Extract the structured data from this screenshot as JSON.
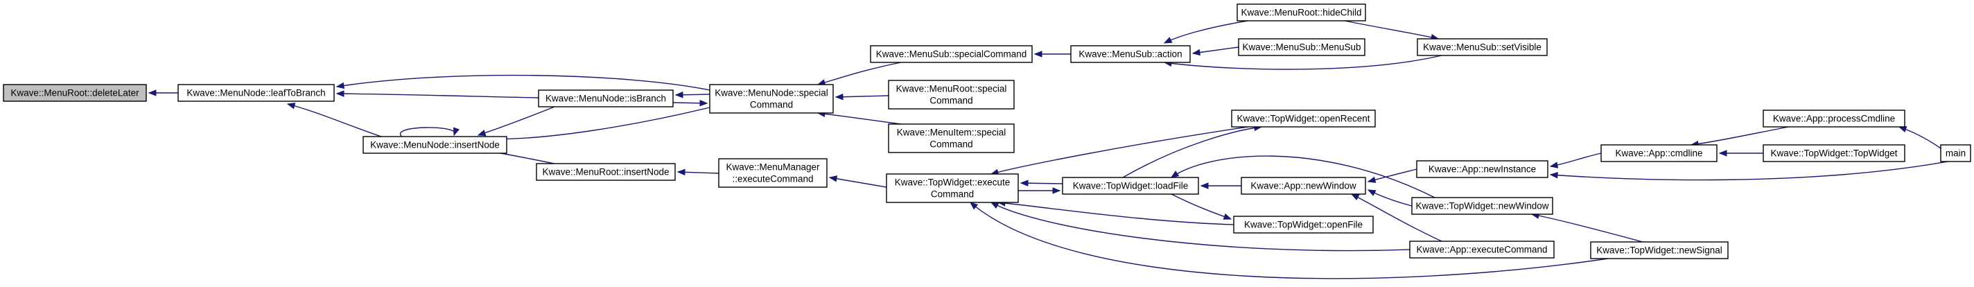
{
  "graph": {
    "type": "caller-graph",
    "colors": {
      "edge": "#191970",
      "root_fill": "#bfbfbf",
      "node_fill": "#ffffff",
      "border": "#000000"
    },
    "nodes": [
      {
        "id": "deleteLater",
        "lines": [
          "Kwave::MenuRoot::deleteLater"
        ],
        "root": true
      },
      {
        "id": "leafToBranch",
        "lines": [
          "Kwave::MenuNode::leafToBranch"
        ]
      },
      {
        "id": "insertNode",
        "lines": [
          "Kwave::MenuNode::insertNode"
        ]
      },
      {
        "id": "isBranch",
        "lines": [
          "Kwave::MenuNode::isBranch"
        ]
      },
      {
        "id": "specialCommand",
        "lines": [
          "Kwave::MenuNode::special",
          "Command"
        ]
      },
      {
        "id": "rootInsertNode",
        "lines": [
          "Kwave::MenuRoot::insertNode"
        ]
      },
      {
        "id": "executeCommand",
        "lines": [
          "Kwave::MenuManager",
          "::executeCommand"
        ]
      },
      {
        "id": "subSpecialCommand",
        "lines": [
          "Kwave::MenuSub::specialCommand"
        ]
      },
      {
        "id": "rootSpecialCommand",
        "lines": [
          "Kwave::MenuRoot::special",
          "Command"
        ]
      },
      {
        "id": "itemSpecialCommand",
        "lines": [
          "Kwave::MenuItem::special",
          "Command"
        ]
      },
      {
        "id": "twExecuteCommand",
        "lines": [
          "Kwave::TopWidget::execute",
          "Command"
        ]
      },
      {
        "id": "subAction",
        "lines": [
          "Kwave::MenuSub::action"
        ]
      },
      {
        "id": "hideChild",
        "lines": [
          "Kwave::MenuRoot::hideChild"
        ]
      },
      {
        "id": "menuSub",
        "lines": [
          "Kwave::MenuSub::MenuSub"
        ]
      },
      {
        "id": "setVisible",
        "lines": [
          "Kwave::MenuSub::setVisible"
        ]
      },
      {
        "id": "openRecent",
        "lines": [
          "Kwave::TopWidget::openRecent"
        ]
      },
      {
        "id": "loadFile",
        "lines": [
          "Kwave::TopWidget::loadFile"
        ]
      },
      {
        "id": "openFile",
        "lines": [
          "Kwave::TopWidget::openFile"
        ]
      },
      {
        "id": "appNewWindow",
        "lines": [
          "Kwave::App::newWindow"
        ]
      },
      {
        "id": "newInstance",
        "lines": [
          "Kwave::App::newInstance"
        ]
      },
      {
        "id": "twNewWindow",
        "lines": [
          "Kwave::TopWidget::newWindow"
        ]
      },
      {
        "id": "appExecuteCommand",
        "lines": [
          "Kwave::App::executeCommand"
        ]
      },
      {
        "id": "cmdline",
        "lines": [
          "Kwave::App::cmdline"
        ]
      },
      {
        "id": "processCmdline",
        "lines": [
          "Kwave::App::processCmdline"
        ]
      },
      {
        "id": "topWidgetCtor",
        "lines": [
          "Kwave::TopWidget::TopWidget"
        ]
      },
      {
        "id": "newSignal",
        "lines": [
          "Kwave::TopWidget::newSignal"
        ]
      },
      {
        "id": "main",
        "lines": [
          "main"
        ]
      }
    ],
    "edges": [
      {
        "from": "leafToBranch",
        "to": "deleteLater"
      },
      {
        "from": "insertNode",
        "to": "leafToBranch"
      },
      {
        "from": "isBranch",
        "to": "leafToBranch"
      },
      {
        "from": "specialCommand",
        "to": "leafToBranch"
      },
      {
        "from": "insertNode",
        "to": "insertNode"
      },
      {
        "from": "isBranch",
        "to": "insertNode"
      },
      {
        "from": "rootInsertNode",
        "to": "insertNode"
      },
      {
        "from": "specialCommand",
        "to": "insertNode"
      },
      {
        "from": "specialCommand",
        "to": "isBranch"
      },
      {
        "from": "isBranch",
        "to": "specialCommand"
      },
      {
        "from": "executeCommand",
        "to": "rootInsertNode"
      },
      {
        "from": "twExecuteCommand",
        "to": "executeCommand"
      },
      {
        "from": "subSpecialCommand",
        "to": "specialCommand"
      },
      {
        "from": "rootSpecialCommand",
        "to": "specialCommand"
      },
      {
        "from": "itemSpecialCommand",
        "to": "specialCommand"
      },
      {
        "from": "subAction",
        "to": "subSpecialCommand"
      },
      {
        "from": "hideChild",
        "to": "subAction"
      },
      {
        "from": "menuSub",
        "to": "subAction"
      },
      {
        "from": "setVisible",
        "to": "subAction"
      },
      {
        "from": "hideChild",
        "to": "setVisible"
      },
      {
        "from": "openRecent",
        "to": "twExecuteCommand"
      },
      {
        "from": "loadFile",
        "to": "twExecuteCommand"
      },
      {
        "from": "twExecuteCommand",
        "to": "loadFile"
      },
      {
        "from": "openFile",
        "to": "twExecuteCommand"
      },
      {
        "from": "appExecuteCommand",
        "to": "twExecuteCommand"
      },
      {
        "from": "newSignal",
        "to": "twExecuteCommand"
      },
      {
        "from": "loadFile",
        "to": "openRecent"
      },
      {
        "from": "loadFile",
        "to": "openFile"
      },
      {
        "from": "appNewWindow",
        "to": "loadFile"
      },
      {
        "from": "twNewWindow",
        "to": "loadFile"
      },
      {
        "from": "newInstance",
        "to": "appNewWindow"
      },
      {
        "from": "twNewWindow",
        "to": "appNewWindow"
      },
      {
        "from": "appExecuteCommand",
        "to": "appNewWindow"
      },
      {
        "from": "cmdline",
        "to": "newInstance"
      },
      {
        "from": "main",
        "to": "newInstance"
      },
      {
        "from": "newSignal",
        "to": "twNewWindow"
      },
      {
        "from": "processCmdline",
        "to": "cmdline"
      },
      {
        "from": "topWidgetCtor",
        "to": "cmdline"
      },
      {
        "from": "main",
        "to": "processCmdline"
      }
    ]
  }
}
